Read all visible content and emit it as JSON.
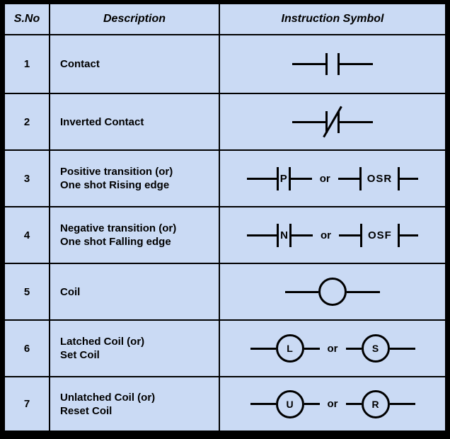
{
  "table": {
    "header": {
      "sno": "S.No",
      "description": "Description",
      "symbol": "Instruction Symbol"
    },
    "rows": [
      {
        "no": "1",
        "desc_line1": "Contact"
      },
      {
        "no": "2",
        "desc_line1": "Inverted Contact"
      },
      {
        "no": "3",
        "desc_line1": "Positive transition (or)",
        "desc_line2": "One shot Rising edge",
        "labels": {
          "short": "P",
          "or": "or",
          "long": "OSR"
        }
      },
      {
        "no": "4",
        "desc_line1": "Negative transition (or)",
        "desc_line2": "One shot Falling edge",
        "labels": {
          "short": "N",
          "or": "or",
          "long": "OSF"
        }
      },
      {
        "no": "5",
        "desc_line1": "Coil"
      },
      {
        "no": "6",
        "desc_line1": "Latched Coil (or)",
        "desc_line2": "Set Coil",
        "labels": {
          "left": "L",
          "or": "or",
          "right": "S"
        }
      },
      {
        "no": "7",
        "desc_line1": "Unlatched Coil (or)",
        "desc_line2": "Reset Coil",
        "labels": {
          "left": "U",
          "or": "or",
          "right": "R"
        }
      }
    ],
    "colors": {
      "cell_background": "#cadaf4",
      "grid_and_symbols": "#000000"
    }
  }
}
